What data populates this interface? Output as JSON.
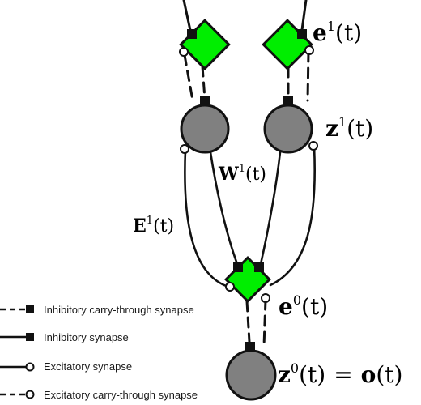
{
  "labels": {
    "e1_base": "e",
    "e1_sup": "1",
    "e1_arg": "(t)",
    "z1_base": "z",
    "z1_sup": "1",
    "z1_arg": "(t)",
    "W1_base": "W",
    "W1_sup": "1",
    "W1_arg": "(t)",
    "E1_base": "E",
    "E1_sup": "1",
    "E1_arg": "(t)",
    "e0_base": "e",
    "e0_sup": "0",
    "e0_arg": "(t)",
    "z0_base": "z",
    "z0_sup": "0",
    "z0_arg": "(t)",
    "z0_eq": "=",
    "o_base": "o",
    "o_arg": "(t)"
  },
  "legend": [
    {
      "label": "Inhibitory carry-through synapse",
      "line": "dashed",
      "end": "square"
    },
    {
      "label": "Inhibitory synapse",
      "line": "solid",
      "end": "square"
    },
    {
      "label": "Excitatory synapse",
      "line": "solid",
      "end": "circle"
    },
    {
      "label": "Excitatory carry-through synapse",
      "line": "dashed",
      "end": "circle"
    }
  ],
  "colors": {
    "error_node": "#00ee00",
    "neuron_node": "#808080",
    "stroke": "#111111"
  }
}
